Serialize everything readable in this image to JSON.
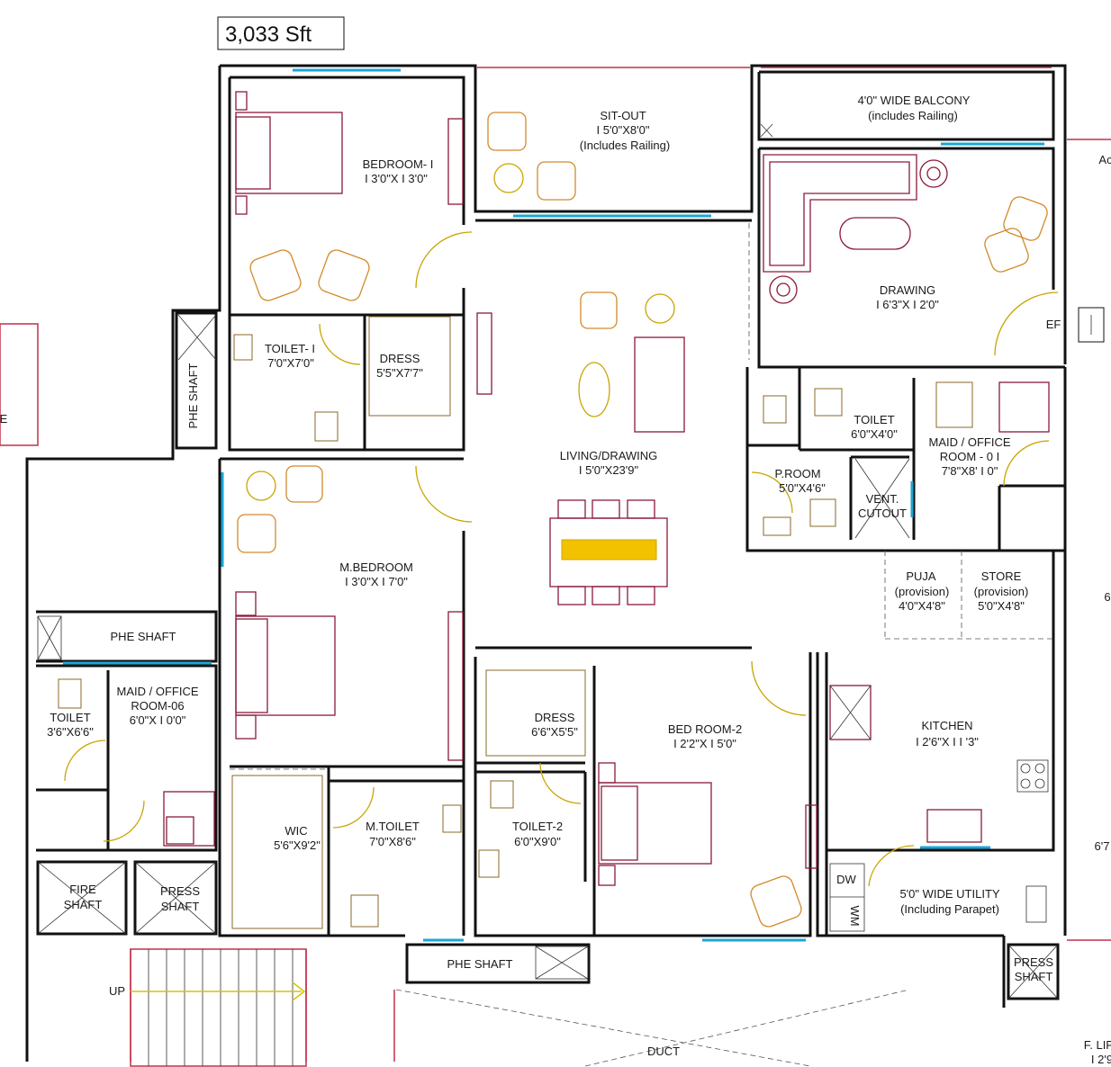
{
  "area_label": "3,033 Sft",
  "rooms": [
    {
      "name": "BEDROOM- I",
      "size": "I 3'0\"X I 3'0\""
    },
    {
      "name": "SIT-OUT",
      "size": "I 5'0\"X8'0\"",
      "note": "(Includes Railing)"
    },
    {
      "name": "4'0\" WIDE BALCONY",
      "note": "(includes Railing)"
    },
    {
      "name": "DRAWING",
      "size": "I 6'3\"X I 2'0\""
    },
    {
      "name": "TOILET- I",
      "size": "7'0\"X7'0\""
    },
    {
      "name": "DRESS",
      "size": "5'5\"X7'7\""
    },
    {
      "name": "LIVING/DRAWING",
      "size": "I 5'0\"X23'9\""
    },
    {
      "name": "TOILET",
      "size": "6'0\"X4'0\""
    },
    {
      "name": "MAID / OFFICE",
      "size": "ROOM - 0 I",
      "note": "7'8\"X8' I 0\""
    },
    {
      "name": "P.ROOM",
      "size": "5'0\"X4'6\""
    },
    {
      "name": "VENT.",
      "size": "CUTOUT"
    },
    {
      "name": "M.BEDROOM",
      "size": "I 3'0\"X I 7'0\""
    },
    {
      "name": "PUJA",
      "size": "(provision)",
      "note": "4'0\"X4'8\""
    },
    {
      "name": "STORE",
      "size": "(provision)",
      "note": "5'0\"X4'8\""
    },
    {
      "name": "PHE SHAFT"
    },
    {
      "name": "MAID / OFFICE",
      "size": "ROOM-06",
      "note": "6'0\"X I 0'0\""
    },
    {
      "name": "TOILET",
      "size": "3'6\"X6'6\""
    },
    {
      "name": "DRESS",
      "size": "6'6\"X5'5\""
    },
    {
      "name": "BED ROOM-2",
      "size": "I 2'2\"X I 5'0\""
    },
    {
      "name": "KITCHEN",
      "size": "I 2'6\"X I I '3\""
    },
    {
      "name": "WIC",
      "size": "5'6\"X9'2\""
    },
    {
      "name": "M.TOILET",
      "size": "7'0\"X8'6\""
    },
    {
      "name": "TOILET-2",
      "size": "6'0\"X9'0\""
    },
    {
      "name": "5'0\" WIDE UTILITY",
      "size": "(Including Parapet)"
    },
    {
      "name": "FIRE",
      "size": "SHAFT"
    },
    {
      "name": "PRESS",
      "size": "SHAFT"
    },
    {
      "name": "PHE SHAFT"
    },
    {
      "name": "PRESS",
      "size": "SHAFT"
    },
    {
      "name": "PHE SHAFT"
    }
  ],
  "misc": {
    "up": "UP",
    "duct": "DUCT",
    "ef": "EF",
    "dw": "DW",
    "wm": "WM",
    "lift_fragment": "F. LIF",
    "lift_fragment_2": "I 2'9",
    "right_edge_fragment_1": "6'7",
    "right_edge_fragment_2": "6",
    "right_edge_fragment_3": "Ac",
    "left_edge_fragment": "E"
  },
  "colors": {
    "wall": "#111111",
    "window": "#1aa6d6",
    "railing": "#c0304a",
    "door": "#c9a400",
    "furniture": "#8a1a3a",
    "chair": "#d28a2a"
  }
}
